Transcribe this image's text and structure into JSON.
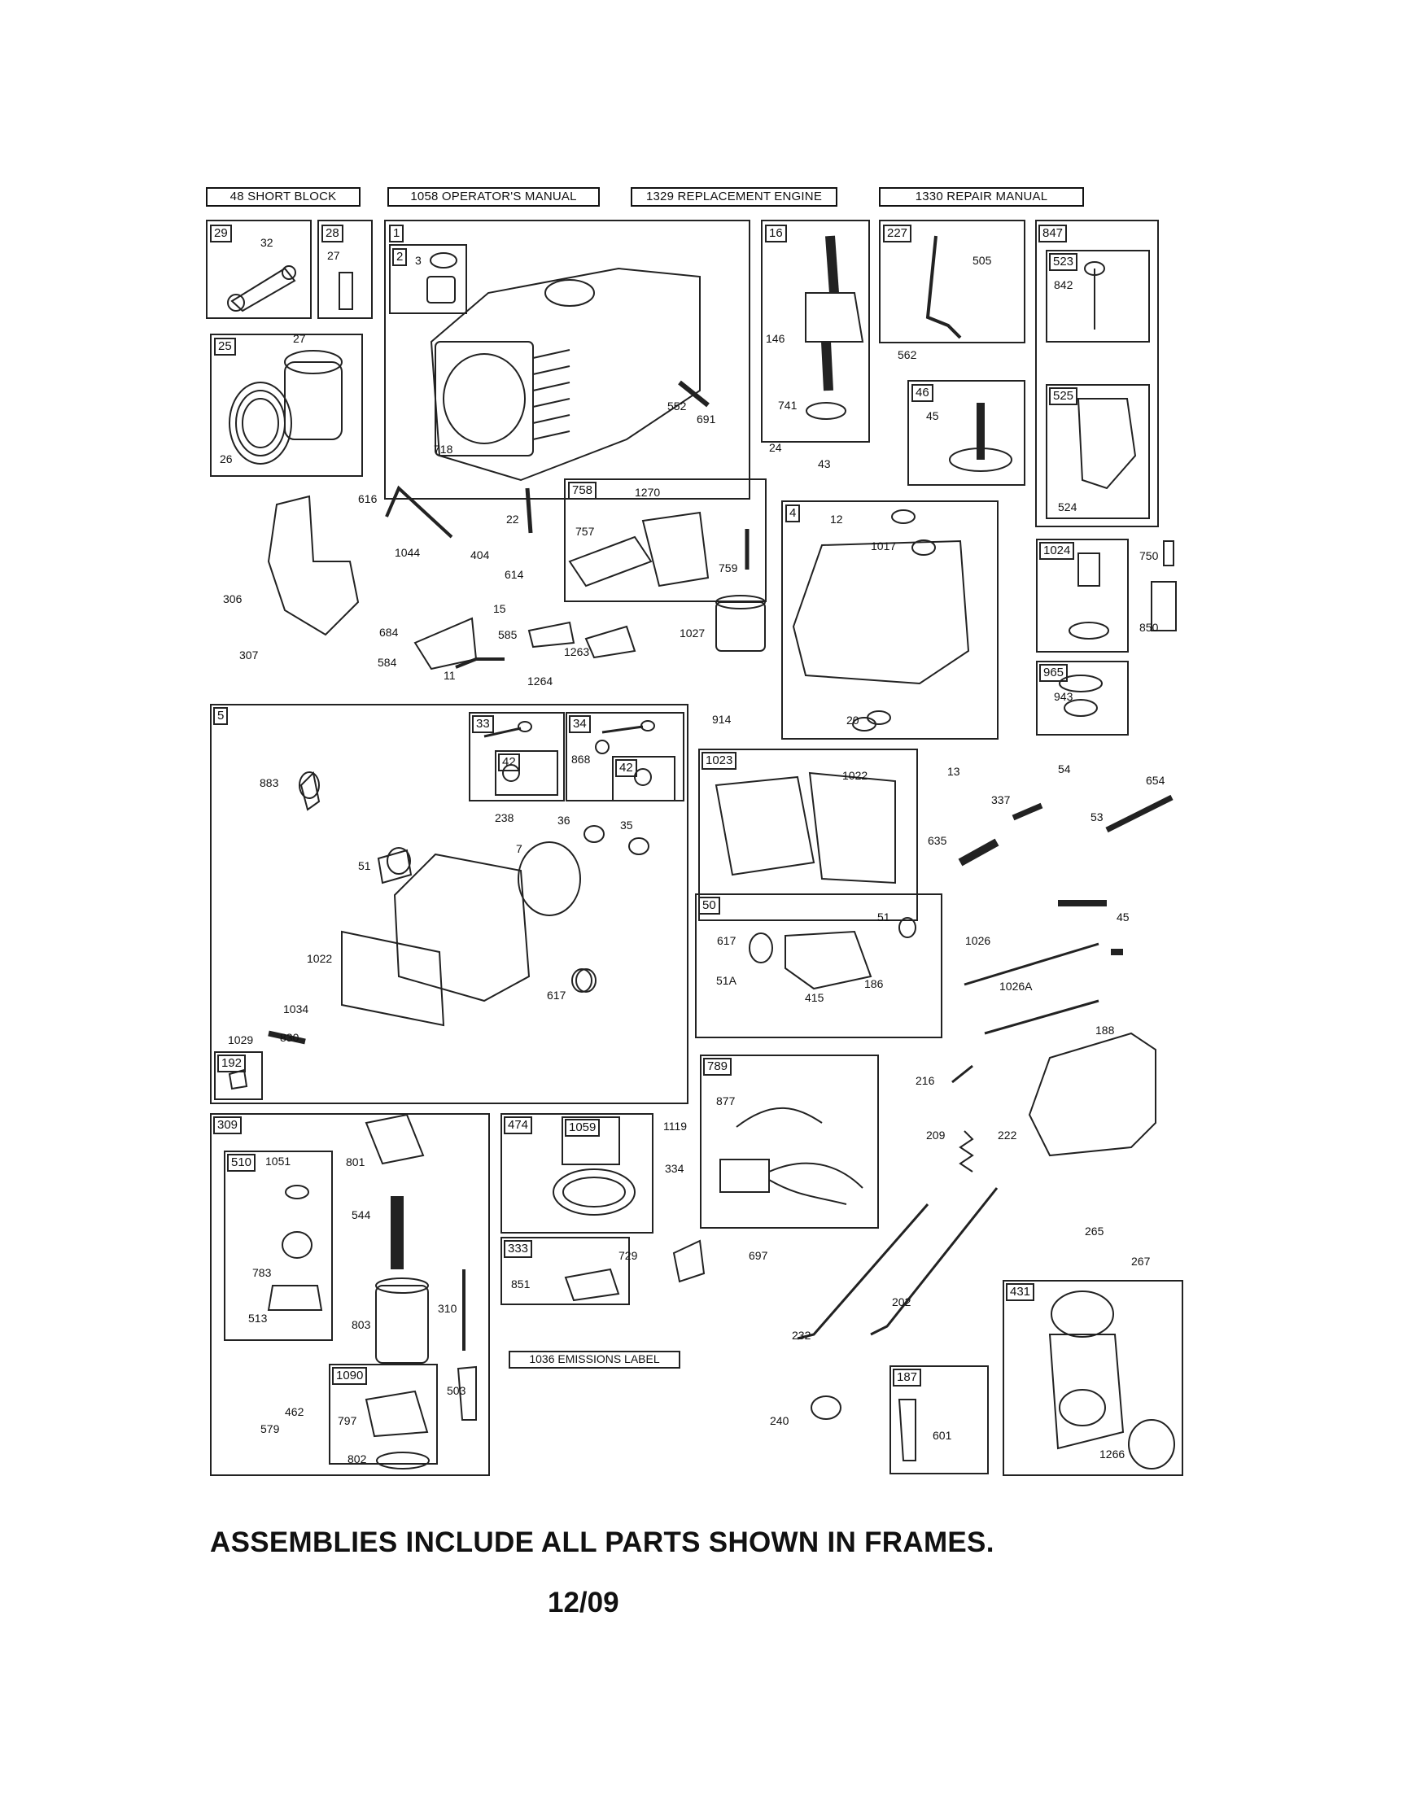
{
  "header_tags": [
    "48 SHORT BLOCK",
    "1058 OPERATOR'S MANUAL",
    "1329 REPLACEMENT ENGINE",
    "1330 REPAIR MANUAL"
  ],
  "frame_tags": [
    "29",
    "28",
    "1",
    "2",
    "16",
    "227",
    "847",
    "523",
    "25",
    "46",
    "525",
    "758",
    "4",
    "1024",
    "965",
    "5",
    "33",
    "34",
    "42",
    "42",
    "1023",
    "50",
    "192",
    "789",
    "309",
    "510",
    "474",
    "1059",
    "333",
    "1090",
    "187",
    "431"
  ],
  "part_labels": [
    "32",
    "27",
    "3",
    "146",
    "505",
    "842",
    "27",
    "562",
    "552",
    "691",
    "741",
    "45",
    "718",
    "26",
    "24",
    "43",
    "524",
    "616",
    "22",
    "1270",
    "12",
    "1017",
    "757",
    "1044",
    "404",
    "614",
    "759",
    "750",
    "306",
    "15",
    "585",
    "1027",
    "850",
    "684",
    "1263",
    "943",
    "307",
    "584",
    "11",
    "1264",
    "914",
    "20",
    "883",
    "868",
    "13",
    "54",
    "654",
    "337",
    "238",
    "36",
    "35",
    "1022",
    "53",
    "7",
    "51",
    "635",
    "617",
    "51",
    "45",
    "1022",
    "1026",
    "617",
    "51A",
    "186",
    "415",
    "1034",
    "1026A",
    "1029",
    "830",
    "188",
    "877",
    "216",
    "1119",
    "1051",
    "801",
    "209",
    "222",
    "334",
    "544",
    "783",
    "729",
    "697",
    "851",
    "265",
    "267",
    "513",
    "803",
    "310",
    "202",
    "232",
    "1036 EMISSIONS LABEL",
    "462",
    "503",
    "579",
    "797",
    "240",
    "601",
    "1266",
    "802"
  ],
  "footer": "ASSEMBLIES INCLUDE ALL PARTS SHOWN IN FRAMES.",
  "date": "12/09"
}
